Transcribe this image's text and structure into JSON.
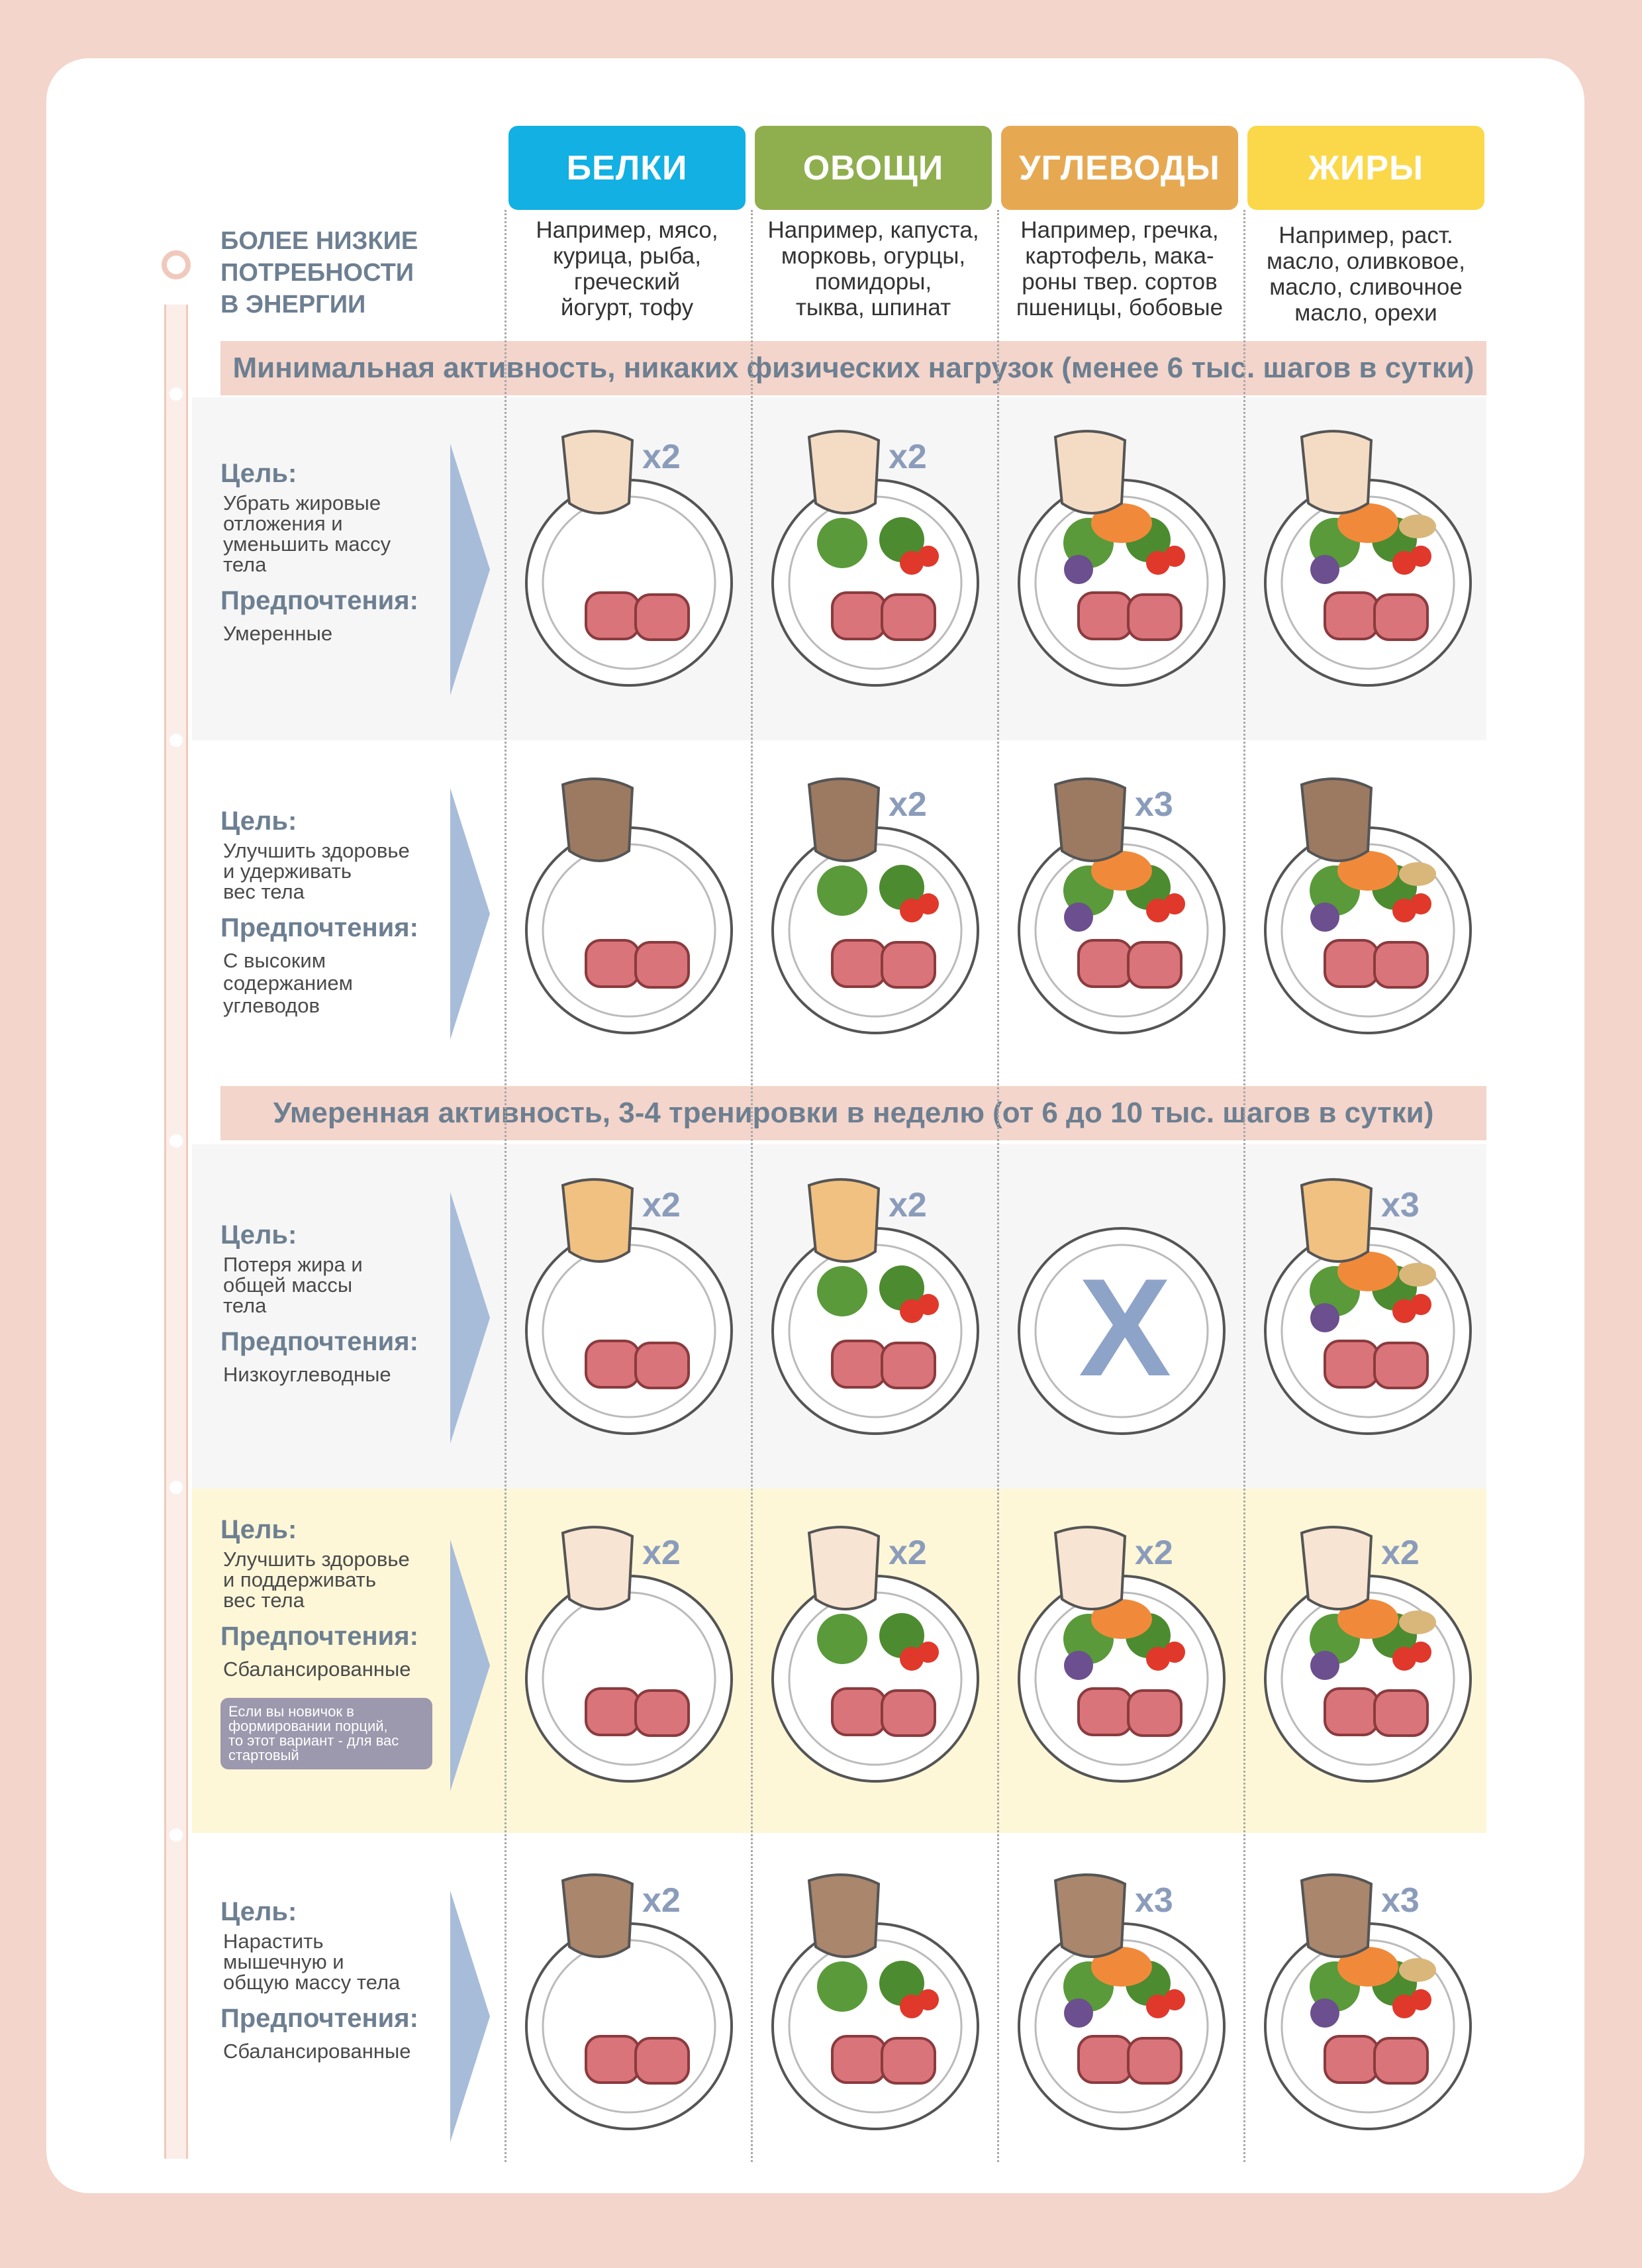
{
  "columns": [
    {
      "label": "БЕЛКИ",
      "color": "#12b0e3",
      "desc": [
        "Например, мясо,",
        "курица, рыба,",
        "греческий",
        "йогурт, тофу"
      ]
    },
    {
      "label": "ОВОЩИ",
      "color": "#8faf4e",
      "desc": [
        "Например, капуста,",
        "морковь, огурцы,",
        "помидоры,",
        "тыква, шпинат"
      ]
    },
    {
      "label": "УГЛЕВОДЫ",
      "color": "#e6a952",
      "desc": [
        "Например, гречка,",
        "картофель, мака-",
        "роны твер. сортов",
        "пшеницы, бобовые"
      ]
    },
    {
      "label": "ЖИРЫ",
      "color": "#fbd84a",
      "desc": [
        "Например, раст.",
        "масло, оливковое,",
        "масло, сливочное",
        "масло, орехи"
      ]
    }
  ],
  "low_energy_label": [
    "БОЛЕЕ НИЗКИЕ",
    "ПОТРЕБНОСТИ",
    "В ЭНЕРГИИ"
  ],
  "sections": [
    "Минимальная активность, никаких физических нагрузок (менее 6 тыс. шагов в сутки)",
    "Умеренная активность, 3-4 тренировки в неделю (от 6  до 10 тыс. шагов в сутки)"
  ],
  "labels": {
    "goal": "Цель:",
    "pref": "Предпочтения:"
  },
  "rows": [
    {
      "goal": [
        "Убрать жировые",
        "отложения и",
        "уменьшить массу",
        "тела"
      ],
      "pref": [
        "Умеренные"
      ],
      "note": [],
      "skin": "#f4dcc4",
      "cells": [
        {
          "mult": "x2",
          "x": false
        },
        {
          "mult": "x2",
          "x": false
        },
        {
          "mult": "",
          "x": false
        },
        {
          "mult": "",
          "x": false
        }
      ]
    },
    {
      "goal": [
        "Улучшить здоровье",
        "и удерживать",
        "вес тела"
      ],
      "pref": [
        "С высоким",
        "содержанием",
        "углеводов"
      ],
      "note": [],
      "skin": "#9c7a62",
      "cells": [
        {
          "mult": "",
          "x": false
        },
        {
          "mult": "x2",
          "x": false
        },
        {
          "mult": "x3",
          "x": false
        },
        {
          "mult": "",
          "x": false
        }
      ]
    },
    {
      "goal": [
        "Потеря жира и",
        "общей массы",
        "тела"
      ],
      "pref": [
        "Низкоуглеводные"
      ],
      "note": [],
      "skin": "#f1c181",
      "cells": [
        {
          "mult": "x2",
          "x": false
        },
        {
          "mult": "x2",
          "x": false
        },
        {
          "mult": "",
          "x": true
        },
        {
          "mult": "x3",
          "x": false
        }
      ]
    },
    {
      "goal": [
        "Улучшить здоровье",
        "и поддерживать",
        "вес тела"
      ],
      "pref": [
        "Сбалансированные"
      ],
      "note": [
        "Если вы новичок в",
        "формировании порций,",
        "то этот вариант - для вас",
        "стартовый"
      ],
      "skin": "#f8e4d2",
      "cells": [
        {
          "mult": "x2",
          "x": false
        },
        {
          "mult": "x2",
          "x": false
        },
        {
          "mult": "x2",
          "x": false
        },
        {
          "mult": "x2",
          "x": false
        }
      ]
    },
    {
      "goal": [
        "Нарастить",
        "мышечную и",
        "общую массу тела"
      ],
      "pref": [
        "Сбалансированные"
      ],
      "note": [],
      "skin": "#a9866c",
      "cells": [
        {
          "mult": "x2",
          "x": false
        },
        {
          "mult": "",
          "x": false
        },
        {
          "mult": "x3",
          "x": false
        },
        {
          "mult": "x3",
          "x": false
        }
      ]
    }
  ],
  "colors": {
    "band": "#f3d5cb",
    "label": "#6d7f91",
    "multiplier": "#8b9cbb",
    "arrow": "#a7bcd9",
    "highlight": "#fdf7d8",
    "grey_row": "#f6f6f6"
  }
}
